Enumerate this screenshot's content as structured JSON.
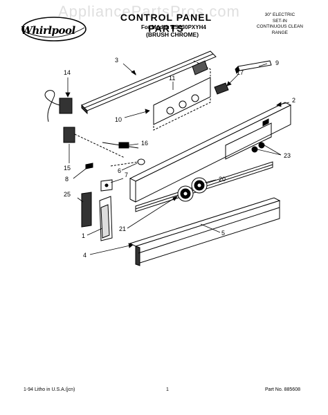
{
  "header": {
    "brand": "Whirlpool",
    "title": "CONTROL PANEL PARTS",
    "model_line": "For Model: RS630PXYH4",
    "subtitle": "(BRUSH CHROME)",
    "corner_note": [
      "30\" ELECTRIC",
      "SET-IN",
      "CONTINUOUS CLEAN",
      "RANGE"
    ]
  },
  "watermark": "AppliancePartsPros.com",
  "part_labels": {
    "p1": "1",
    "p2": "2",
    "p3": "3",
    "p4": "4",
    "p5": "5",
    "p6": "6",
    "p7": "7",
    "p8": "8",
    "p9": "9",
    "p10": "10",
    "p11": "11",
    "p14": "14",
    "p15": "15",
    "p16": "16",
    "p17": "17",
    "p20": "20",
    "p21": "21",
    "p23": "23",
    "p25": "25"
  },
  "footer": {
    "left": "1-94 Litho in U.S.A.(jcn)",
    "center": "1",
    "right": "Part No. 885608"
  }
}
